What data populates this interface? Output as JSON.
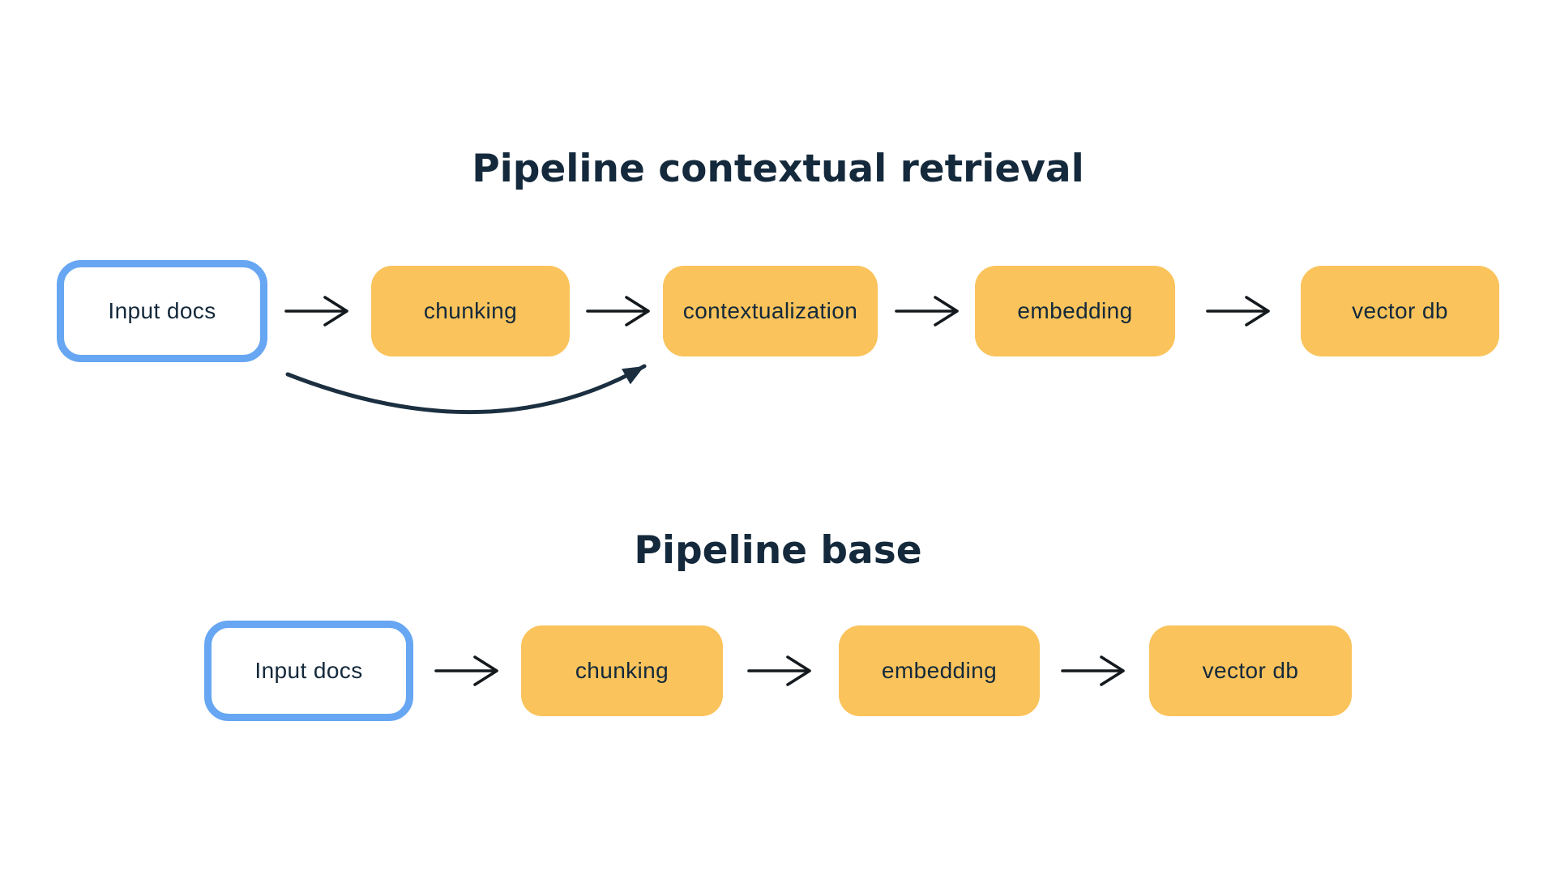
{
  "colors": {
    "background": "#ffffff",
    "node_yellow": "#FAC35B",
    "node_border_blue": "#66A6F2",
    "text_navy": "#14293B",
    "arrow_dark": "#14191E",
    "curve_navy": "#1B2F40"
  },
  "pipelines": [
    {
      "title": "Pipeline contextual retrieval",
      "nodes": [
        {
          "label": "Input docs"
        },
        {
          "label": "chunking"
        },
        {
          "label": "contextualization"
        },
        {
          "label": "embedding"
        },
        {
          "label": "vector db"
        }
      ],
      "skip_connection": {
        "from": "Input docs",
        "to": "contextualization"
      }
    },
    {
      "title": "Pipeline base",
      "nodes": [
        {
          "label": "Input docs"
        },
        {
          "label": "chunking"
        },
        {
          "label": "embedding"
        },
        {
          "label": "vector db"
        }
      ]
    }
  ]
}
